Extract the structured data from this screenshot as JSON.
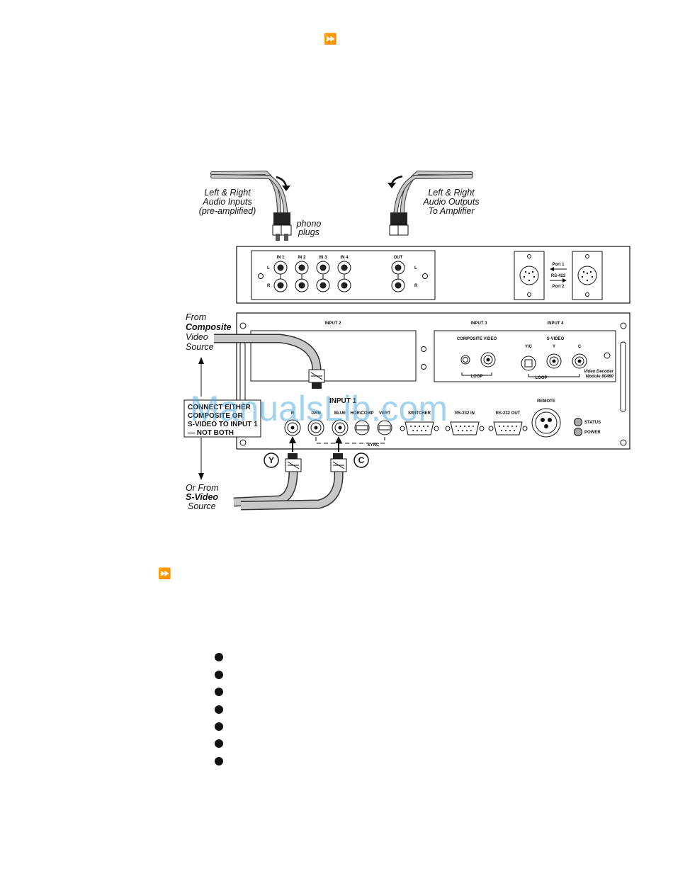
{
  "markers": {
    "skip_icon": "fast-forward-icon"
  },
  "diagram": {
    "audio_in_label": [
      "Left & Right",
      "Audio Inputs",
      "(pre-amplified)"
    ],
    "phono_label": [
      "phono",
      "plugs"
    ],
    "audio_out_label": [
      "Left & Right",
      "Audio Outputs",
      "To Amplifier"
    ],
    "audio_panel": {
      "inputs": [
        "IN 1",
        "IN 2",
        "IN 3",
        "IN 4"
      ],
      "out": "OUT",
      "left": "L",
      "right": "R",
      "port1": "Port 1",
      "rs422": "RS-422",
      "port2": "Port 2"
    },
    "composite_source": {
      "from": "From",
      "bold": "Composite",
      "line3": "Video",
      "line4": "Source"
    },
    "svideo_source": {
      "from": "Or From",
      "bold": "S-Video",
      "line3": "Source"
    },
    "main_panel": {
      "input2": "INPUT 2",
      "input3": "INPUT 3",
      "input4": "INPUT 4",
      "composite_video": "COMPOSITE VIDEO",
      "svideo": "S-VIDEO",
      "yc": "Y/C",
      "y": "Y",
      "c": "C",
      "loop": "LOOP",
      "module": [
        "Video Decoder",
        "Module 80480"
      ],
      "input1": "INPUT 1",
      "bnc_labels": [
        "R",
        "GRN",
        "BLUE",
        "HOR/COMP",
        "VERT"
      ],
      "sync": "SYNC",
      "d_labels": [
        "SWITCHER",
        "RS-232 IN",
        "RS-232 OUT"
      ],
      "remote": "REMOTE",
      "status": "STATUS",
      "power": "POWER"
    },
    "warning_box": [
      "CONNECT EITHER",
      "COMPOSITE OR",
      "S-VIDEO TO INPUT 1",
      "— NOT BOTH"
    ],
    "y_marker": "Y",
    "c_marker": "C"
  },
  "watermark": "ManualsLib.com"
}
